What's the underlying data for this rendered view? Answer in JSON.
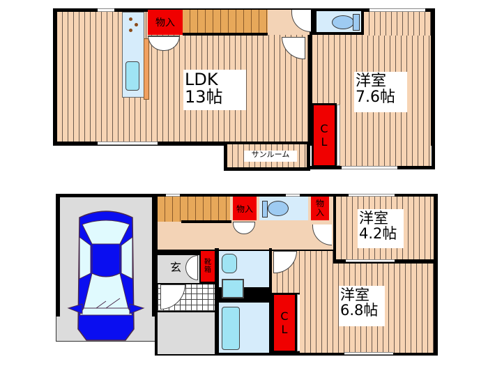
{
  "floor_plan": {
    "upper_floor": {
      "rooms": [
        {
          "id": "ldk",
          "name": "LDK",
          "size": "13帖"
        },
        {
          "id": "western1",
          "name": "洋室",
          "size": "7.6帖"
        },
        {
          "id": "sunroom",
          "name": "サンルーム"
        }
      ],
      "storage": [
        {
          "id": "storage-upper",
          "label": "物入"
        },
        {
          "id": "closet-upper",
          "label": "C\nL",
          "line1": "C",
          "line2": "L"
        }
      ],
      "fixtures": [
        "kitchen",
        "toilet",
        "stairs"
      ]
    },
    "lower_floor": {
      "rooms": [
        {
          "id": "western2",
          "name": "洋室",
          "size": "4.2帖"
        },
        {
          "id": "western3",
          "name": "洋室",
          "size": "6.8帖"
        },
        {
          "id": "entrance",
          "name": "玄"
        }
      ],
      "storage": [
        {
          "id": "storage-lower1",
          "label": "物入"
        },
        {
          "id": "storage-lower2",
          "label": "物入",
          "line1": "物",
          "line2": "入"
        },
        {
          "id": "shoe-box",
          "label": "靴箱",
          "line1": "靴",
          "line2": "箱"
        },
        {
          "id": "closet-lower",
          "label": "CL",
          "line1": "C",
          "line2": "L"
        }
      ],
      "fixtures": [
        "garage-car",
        "toilet",
        "washbasin",
        "washing-machine",
        "bathtub",
        "stairs"
      ]
    },
    "colors": {
      "floor_wood": "#f7d4b4",
      "wall": "#000000",
      "storage_red": "#f00000",
      "wet_area": "#d6ecfb",
      "car_blue": "#0a0ef0",
      "garage_grey": "#dcdcdc",
      "stairs": "#e7a85a"
    }
  }
}
